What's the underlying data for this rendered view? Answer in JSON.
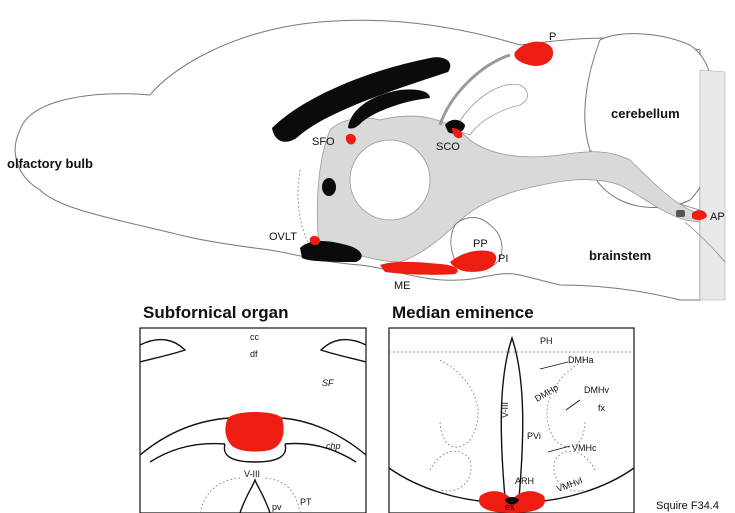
{
  "brain_labels": {
    "olfactory_bulb": "olfactory bulb",
    "cerebellum": "cerebellum",
    "brainstem": "brainstem",
    "sfo": "SFO",
    "sco": "SCO",
    "ovlt": "OVLT",
    "me": "ME",
    "pp": "PP",
    "pi": "PI",
    "p": "P",
    "ap": "AP"
  },
  "panel_titles": {
    "subfornical": "Subfornical organ",
    "median": "Median eminence"
  },
  "sfo_panel_labels": {
    "cc": "cc",
    "df": "df",
    "sf": "SF",
    "chp": "chp",
    "v3": "V-III",
    "pt": "PT",
    "pv": "pv"
  },
  "me_panel_labels": {
    "ph": "PH",
    "dmha": "DMHa",
    "dmhp": "DMHp",
    "dmhv": "DMHv",
    "fx": "fx",
    "v3": "V-III",
    "pvi": "PVi",
    "vmhc": "VMHc",
    "vmhvl": "VMHvl",
    "arh": "ARH",
    "ex": "ex"
  },
  "credit": "Squire F34.4",
  "colors": {
    "organ_red": "#ee1d12",
    "black_tract": "#0b0b0b",
    "ventricle_gray": "#d9d9d9"
  }
}
